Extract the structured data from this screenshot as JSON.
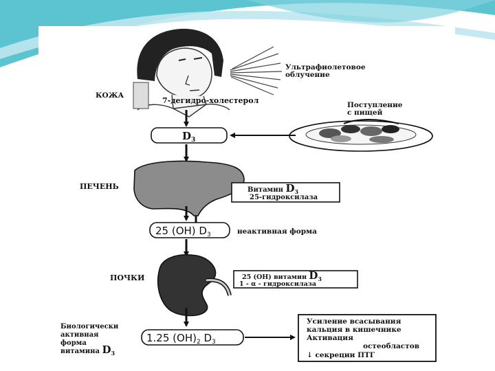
{
  "skin": {
    "label": "КОЖА",
    "precursor": "7-дегидро-холестерол"
  },
  "uv": {
    "line1": "Ультрафиолетовое",
    "line2": "облучение"
  },
  "food": {
    "line1": "Поступление",
    "line2": "с пищей"
  },
  "d3_box": {
    "base": "D",
    "sub": "3"
  },
  "liver": {
    "label": "ПЕЧЕНЬ",
    "enzyme_line1_prefix": "Витамин ",
    "enzyme_line1_big": "D",
    "enzyme_line1_sub": "3",
    "enzyme_line2": "25-гидроксилаза"
  },
  "calcidiol": {
    "prefix": "25 (OH) ",
    "base": "D",
    "sub": "3",
    "note": "неактивная форма"
  },
  "kidney": {
    "label": "ПОЧКИ",
    "enzyme_line1_prefix": "25 (OH) витамин ",
    "enzyme_line1_big": "D",
    "enzyme_line1_sub": "3",
    "enzyme_line2": "1 - α - гидроксилаза"
  },
  "calcitriol": {
    "prefix": "1.25 (OH)",
    "sub2": "2",
    "mid": " D",
    "sub3": "3"
  },
  "active_form": {
    "line1": "Биологически",
    "line2": "активная",
    "line3": "форма",
    "line4_prefix": "витамина ",
    "line4_big": "D",
    "line4_sub": "3"
  },
  "effects": {
    "line1": "Усиление всасывания",
    "line2": "кальция в кишечнике",
    "line3": "Активация",
    "line4": "остеобластов",
    "line5": "↓ секреции ПТГ"
  },
  "colors": {
    "accent_teal": "#3fb8c8",
    "accent_light": "#bfe7ee",
    "ink": "#111111"
  }
}
